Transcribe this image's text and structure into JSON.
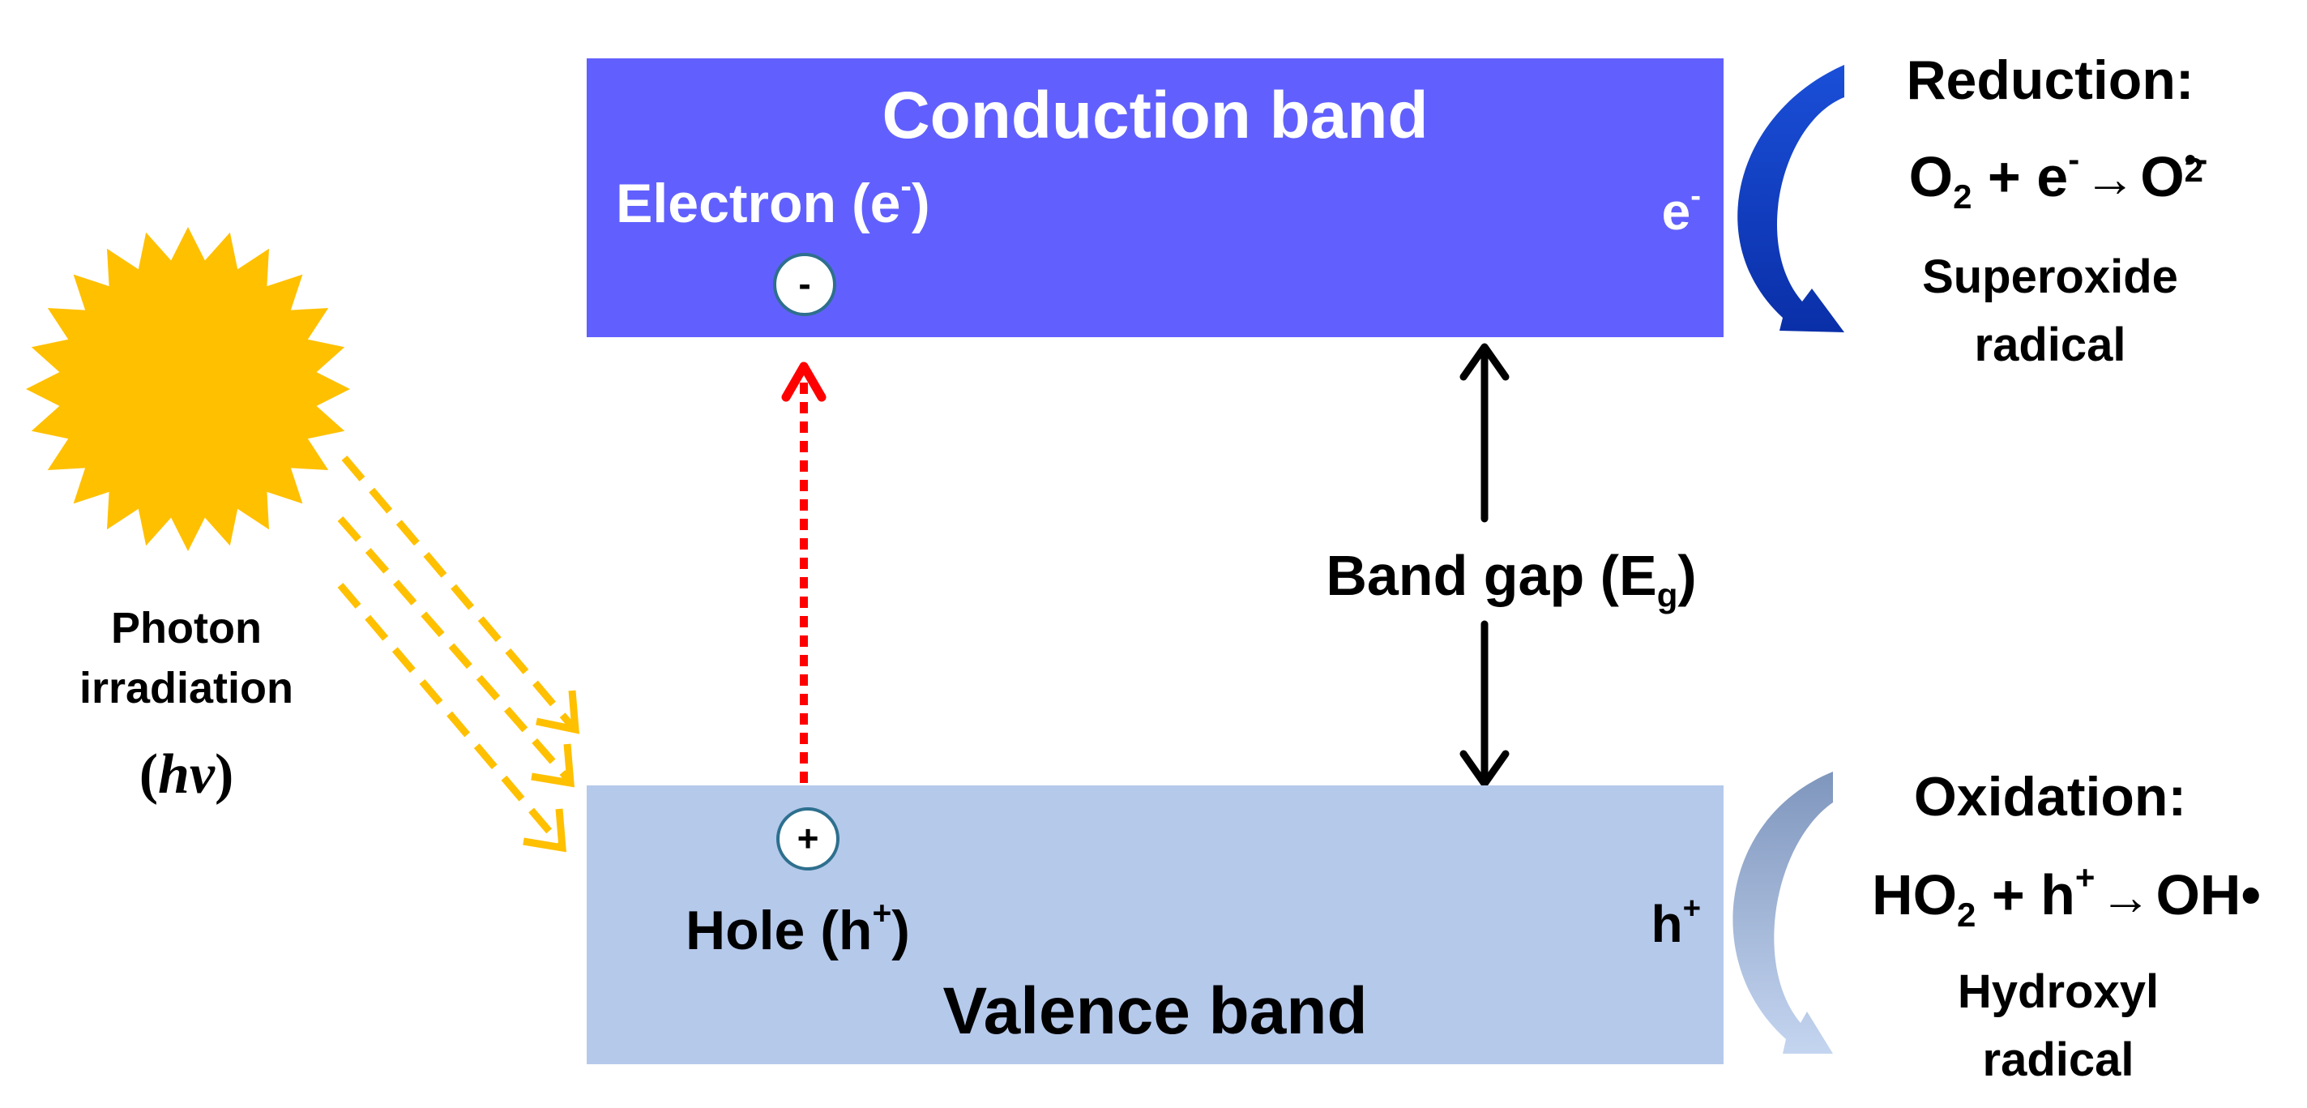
{
  "conduction_band": {
    "title": "Conduction band",
    "carrier_label": "Electron (e",
    "carrier_label_sup": "-",
    "carrier_label_close": ")",
    "edge_symbol": "e",
    "edge_symbol_sup": "-",
    "charge_symbol": "-"
  },
  "valence_band": {
    "title": "Valence band",
    "carrier_label": "Hole (h",
    "carrier_label_sup": "+",
    "carrier_label_close": ")",
    "edge_symbol": "h",
    "edge_symbol_sup": "+",
    "charge_symbol": "+"
  },
  "band_gap": {
    "label": "Band gap (E",
    "label_sub": "g",
    "label_close": ")"
  },
  "reduction": {
    "title": "Reduction:",
    "eq_lhs_1": "O",
    "eq_lhs_1_sub": "2",
    "eq_plus": " + e",
    "eq_plus_sup": "-",
    "eq_arrow": "→",
    "eq_rhs": "O",
    "eq_rhs_sub": "2",
    "eq_rhs_sup": "•-",
    "product_line_1": "Superoxide",
    "product_line_2": "radical"
  },
  "oxidation": {
    "title": "Oxidation:",
    "eq_lhs_1": "HO",
    "eq_lhs_1_sub": "2",
    "eq_plus": " + h",
    "eq_plus_sup": "+",
    "eq_arrow": "→",
    "eq_rhs": "OH•",
    "product_line_1": "Hydroxyl",
    "product_line_2": "radical"
  },
  "photon": {
    "label_line_1": "Photon",
    "label_line_2": "irradiation",
    "symbol_open": "(",
    "symbol": "hv",
    "symbol_close": ")"
  },
  "colors": {
    "conduction_band": "#6160fe",
    "valence_band": "#b5c9eb",
    "sun": "#ffc000",
    "photon_arrows": "#ffc000",
    "excitation_arrow": "#ff0000",
    "reduction_arrow": "#0a3cc8",
    "oxidation_arrow": "#8fa8d0",
    "band_gap_arrow": "#000000"
  },
  "icons": {
    "sun": "sun-icon",
    "charge_circle": "charge-circle-icon"
  }
}
